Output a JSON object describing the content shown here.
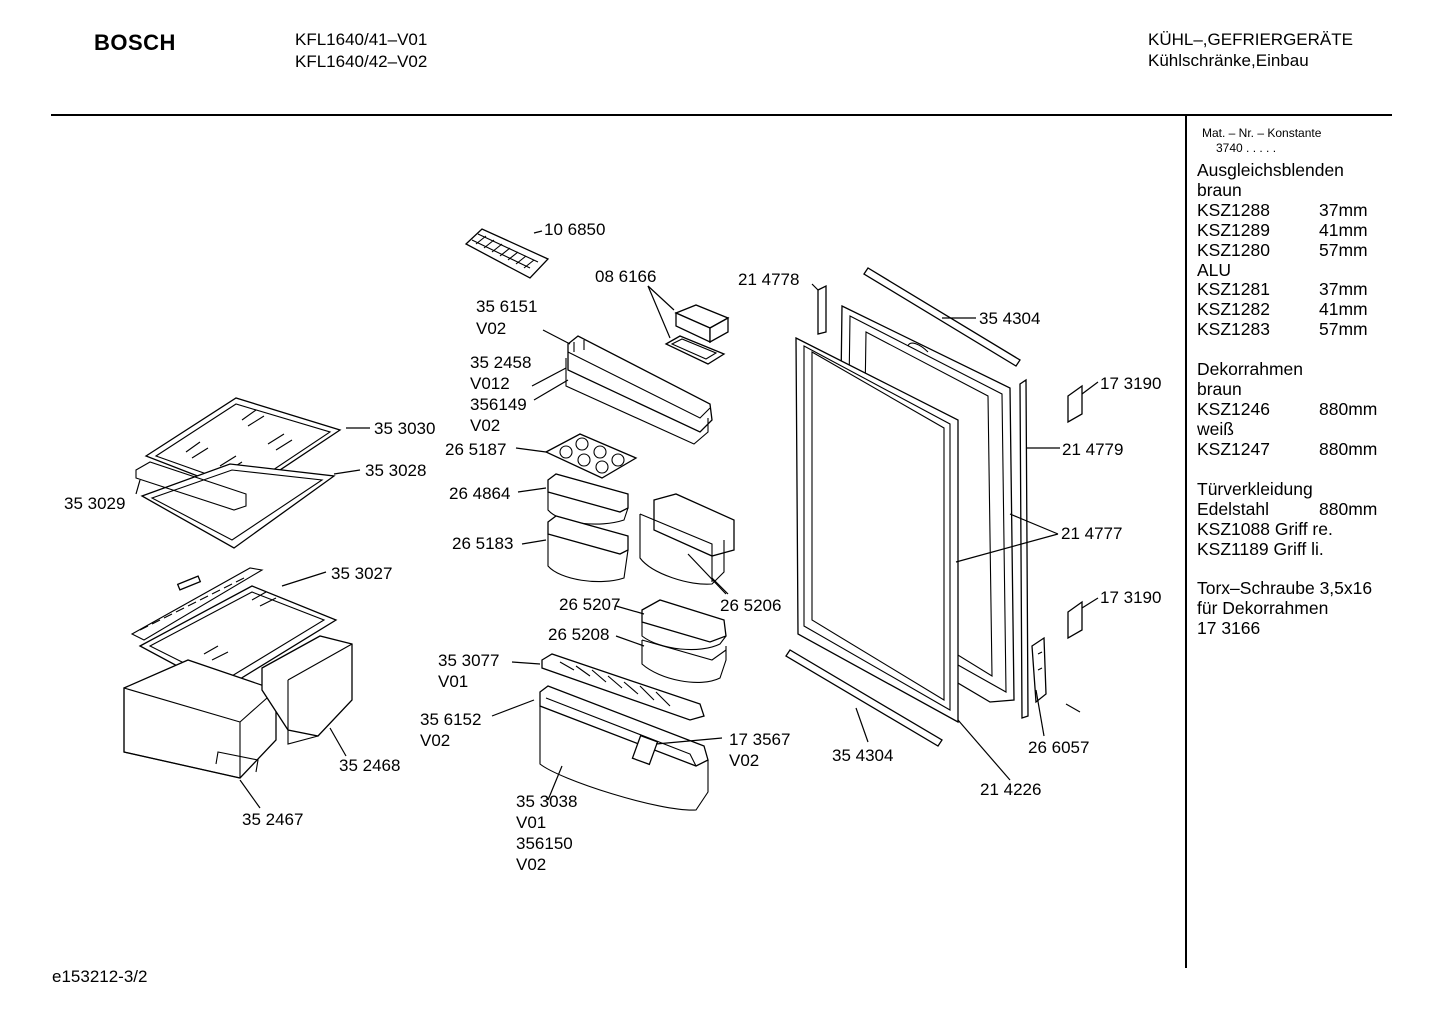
{
  "header": {
    "brand": "BOSCH",
    "models": [
      "KFL1640/41–V01",
      "KFL1640/42–V02"
    ],
    "category_lines": [
      "KÜHL–,GEFRIERGERÄTE",
      "Kühlschränke,Einbau"
    ]
  },
  "footer": {
    "doc_id": "e153212-3/2"
  },
  "sidebar": {
    "mat_title": "Mat. – Nr. – Konstante",
    "mat_value": "3740  .  .  .  .  .",
    "sections": [
      {
        "lines": [
          {
            "a": "Ausgleichsblenden",
            "b": ""
          },
          {
            "a": "braun",
            "b": ""
          },
          {
            "a": "KSZ1288",
            "b": "37mm"
          },
          {
            "a": "KSZ1289",
            "b": "41mm"
          },
          {
            "a": "KSZ1280",
            "b": "57mm"
          },
          {
            "a": "ALU",
            "b": ""
          },
          {
            "a": "KSZ1281",
            "b": "37mm"
          },
          {
            "a": "KSZ1282",
            "b": "41mm"
          },
          {
            "a": "KSZ1283",
            "b": "57mm"
          }
        ]
      },
      {
        "lines": [
          {
            "a": "Dekorrahmen",
            "b": ""
          },
          {
            "a": "braun",
            "b": ""
          },
          {
            "a": "KSZ1246",
            "b": "880mm"
          },
          {
            "a": "weiß",
            "b": ""
          },
          {
            "a": "KSZ1247",
            "b": "880mm"
          }
        ]
      },
      {
        "lines": [
          {
            "a": "Türverkleidung",
            "b": ""
          },
          {
            "a": "Edelstahl",
            "b": "880mm"
          },
          {
            "a": "KSZ1088 Griff re.",
            "b": ""
          },
          {
            "a": "KSZ1189 Griff li.",
            "b": ""
          }
        ]
      },
      {
        "lines": [
          {
            "a": "Torx–Schraube 3,5x16",
            "b": ""
          },
          {
            "a": "für Dekorrahmen",
            "b": ""
          },
          {
            "a": "17 3166",
            "b": ""
          }
        ]
      }
    ]
  },
  "callouts": {
    "p106850": "10 6850",
    "p086166": "08 6166",
    "p356151": "35 6151",
    "p356151v": "V02",
    "p352458": "35 2458",
    "p352458v": "V012",
    "p356149": "356149",
    "p356149v": "V02",
    "p353030": "35 3030",
    "p353028": "35 3028",
    "p353029": "35 3029",
    "p265187": "26 5187",
    "p264864": "26 4864",
    "p265183": "26 5183",
    "p265206": "26 5206",
    "p265207": "26 5207",
    "p265208": "26 5208",
    "p353027": "35 3027",
    "p353077": "35 3077",
    "p353077v": "V01",
    "p356152": "35 6152",
    "p356152v": "V02",
    "p173567": "17 3567",
    "p173567v": "V02",
    "p353038": "35 3038",
    "p353038v": "V01",
    "p356150": "356150",
    "p356150v": "V02",
    "p352468": "35 2468",
    "p352467": "35 2467",
    "p214778": "21 4778",
    "p354304a": "35 4304",
    "p173190a": "17 3190",
    "p214779": "21 4779",
    "p214777": "21 4777",
    "p173190b": "17 3190",
    "p266057": "26 6057",
    "p354304b": "35 4304",
    "p214226": "21 4226"
  }
}
